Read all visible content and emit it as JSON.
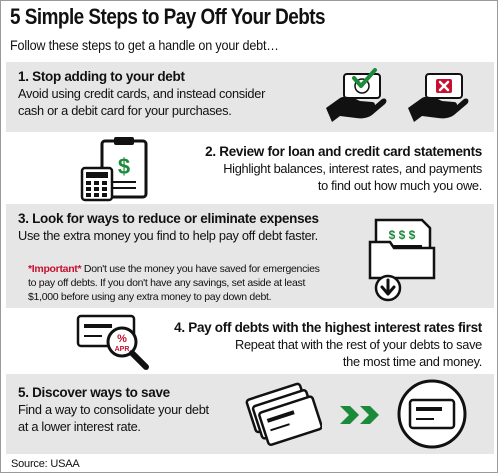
{
  "header": {
    "title": "5 Simple Steps to Pay Off Your Debts",
    "subtitle": "Follow these steps to get a handle on your debt…"
  },
  "steps": [
    {
      "heading": "1. Stop adding to your debt",
      "lines": [
        "Avoid using credit cards, and instead consider",
        "cash or a debit card for your purchases."
      ],
      "icons": [
        "hand-holding-approved-card-icon",
        "hand-holding-declined-card-icon"
      ]
    },
    {
      "heading": "2. Review for loan and credit card statements",
      "lines": [
        "Highlight balances, interest rates, and payments",
        "to find out how much you owe."
      ],
      "icons": [
        "clipboard-calculator-icon"
      ]
    },
    {
      "heading": "3. Look for ways to reduce or eliminate expenses",
      "lines": [
        "Use the extra money you find to help pay off debt faster."
      ],
      "note": {
        "label": "*Important*",
        "text": " Don't use the money you have saved for emergencies to pay off debts. If you don't have any savings, set aside at least $1,000 before using any extra money to pay down debt."
      },
      "icons": [
        "money-folder-download-icon"
      ]
    },
    {
      "heading": "4. Pay off debts with the highest interest rates first",
      "lines": [
        "Repeat that with the rest of your debts to save",
        "the most time and money."
      ],
      "icons": [
        "magnifier-apr-card-icon"
      ],
      "apr_label": "APR"
    },
    {
      "heading": "5. Discover ways to save",
      "lines": [
        "Find a way to consolidate your debt",
        "at a lower interest rate."
      ],
      "icons": [
        "stacked-cards-icon",
        "green-chevrons-icon",
        "single-card-icon"
      ]
    }
  ],
  "footer": {
    "source": "Source: USAA"
  },
  "colors": {
    "accent_red": "#c8102e",
    "accent_green": "#1b8a3a",
    "band_gray": "#e6e6e6"
  }
}
